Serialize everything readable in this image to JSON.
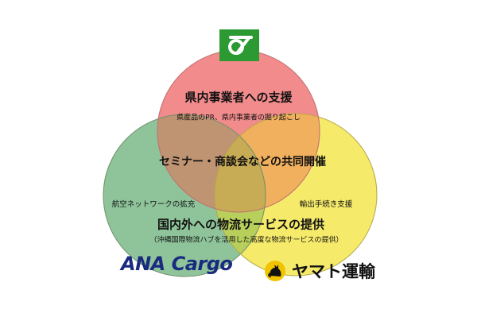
{
  "diagram": {
    "circles": {
      "top": {
        "title": "県内事業者への支援",
        "subtitle": "県産品のPR、県内事業者の掘り起こし",
        "color": "#f28b8b"
      },
      "left": {
        "label": "航空ネットワークの拡充",
        "color": "#8fc49a"
      },
      "right": {
        "label": "輸出手続き支援",
        "color": "#f5ea6a"
      }
    },
    "center": "セミナー・商談会などの共同開催",
    "bottom": {
      "title": "国内外への物流サービスの提供",
      "subtitle": "（沖縄国際物流ハブを活用した高度な物流サービスの提供）"
    }
  },
  "logos": {
    "prefecture": {
      "name": "okinawa-prefecture-emblem",
      "color": "#2b9a32"
    },
    "ana": {
      "text": "ANA Cargo",
      "color": "#1a2a80"
    },
    "yamato": {
      "text": "ヤマト運輸"
    }
  }
}
